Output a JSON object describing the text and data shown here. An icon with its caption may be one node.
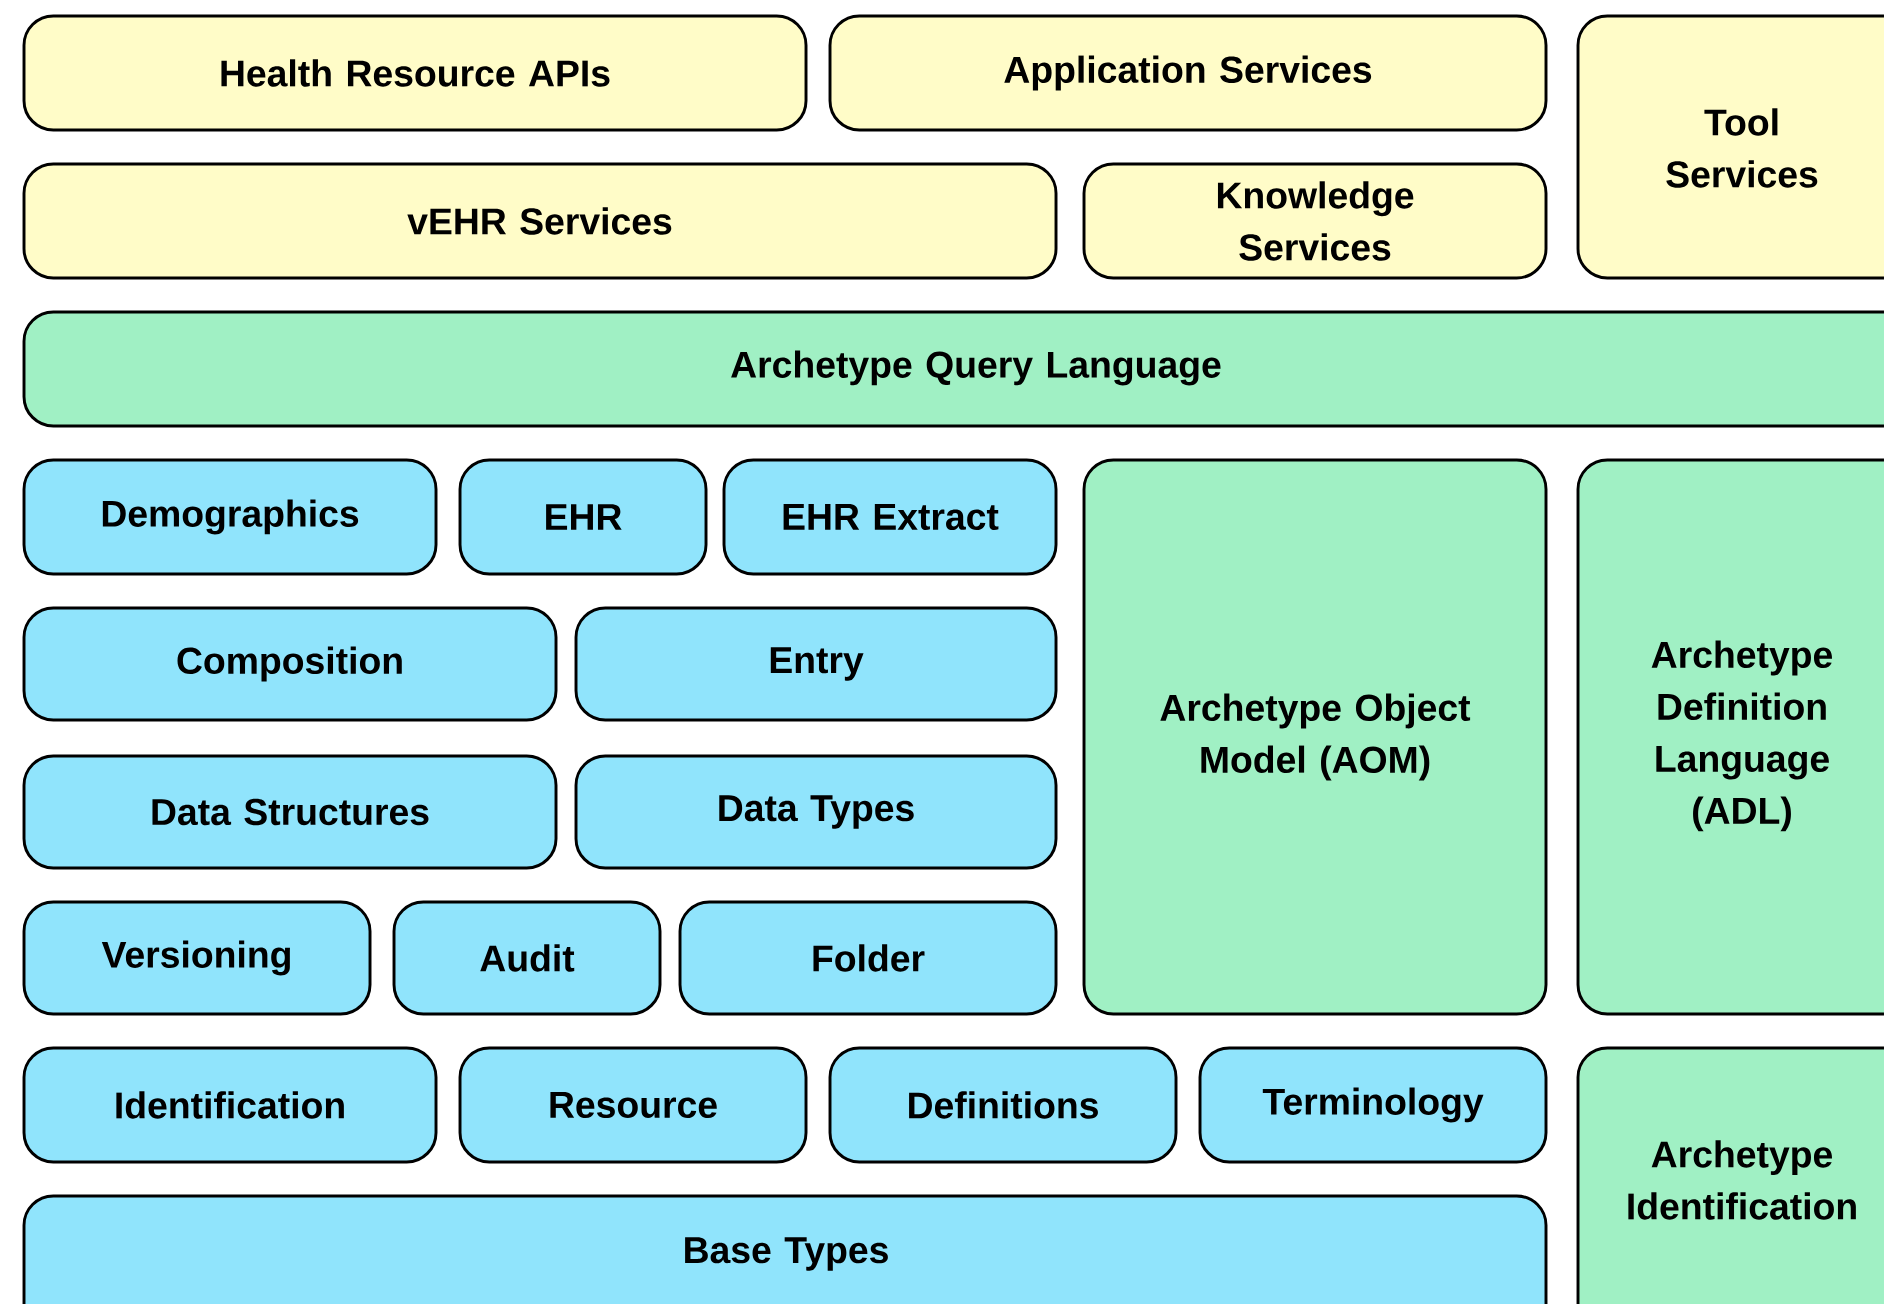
{
  "diagram": {
    "nodes": [
      {
        "text": [
          "Health Resource APIs"
        ]
      },
      {
        "text": [
          "Application Services"
        ]
      },
      {
        "text": [
          "Tool Services"
        ]
      },
      {
        "text": [
          "vEHR Services"
        ]
      },
      {
        "text": [
          "Knowledge Services"
        ]
      },
      {
        "text": [
          "Archetype Query Language"
        ]
      },
      {
        "text": [
          "Demographics"
        ]
      },
      {
        "text": [
          "EHR"
        ]
      },
      {
        "text": [
          "EHR Extract"
        ]
      },
      {
        "text": [
          "Archetype Object Model (AOM)"
        ]
      },
      {
        "text": [
          "Archetype Definition Language (ADL)"
        ]
      },
      {
        "text": [
          "Composition"
        ]
      },
      {
        "text": [
          "Entry"
        ]
      },
      {
        "text": [
          "Data Structures"
        ]
      },
      {
        "text": [
          "Data Types"
        ]
      },
      {
        "text": [
          "Versioning"
        ]
      },
      {
        "text": [
          "Audit"
        ]
      },
      {
        "text": [
          "Folder"
        ]
      },
      {
        "text": [
          "Identification"
        ]
      },
      {
        "text": [
          "Resource"
        ]
      },
      {
        "text": [
          "Definitions"
        ]
      },
      {
        "text": [
          "Terminology"
        ]
      },
      {
        "text": [
          "Archetype Identification"
        ]
      },
      {
        "text": [
          "Base Types"
        ]
      }
    ]
  }
}
